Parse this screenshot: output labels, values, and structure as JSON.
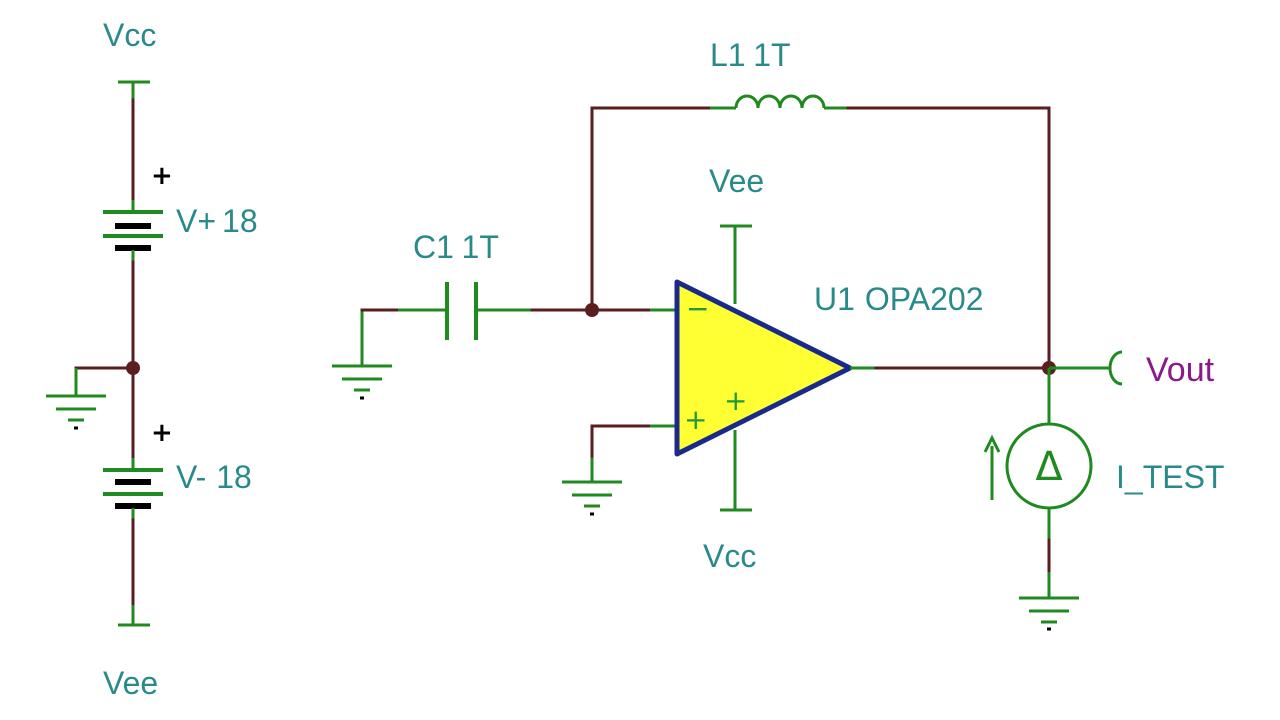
{
  "power_supply": {
    "vcc_label": "Vcc",
    "vee_label": "Vee",
    "pos_source": {
      "name": "V+",
      "value": "18",
      "polarity": "+"
    },
    "neg_source": {
      "name": "V-",
      "value": "18",
      "polarity": "+"
    }
  },
  "feedback_inductor": {
    "ref": "L1",
    "value": "1T"
  },
  "input_capacitor": {
    "ref": "C1",
    "value": "1T"
  },
  "opamp": {
    "ref": "U1",
    "part": "OPA202",
    "supply_top_label": "Vee",
    "supply_bottom_label": "Vcc",
    "inverting_sign": "−",
    "noninverting_sign": "+",
    "noninverting_sign_2": "+",
    "fill_color": "#ffff33",
    "border_color": "#1a2a8a"
  },
  "output": {
    "label": "Vout",
    "color": "#8a1a8a"
  },
  "test_source": {
    "label": "I_TEST",
    "symbol": "Δ"
  },
  "colors": {
    "wire": "#5a1e1e",
    "component": "#1f8a1f",
    "label": "#2a8a8a"
  }
}
